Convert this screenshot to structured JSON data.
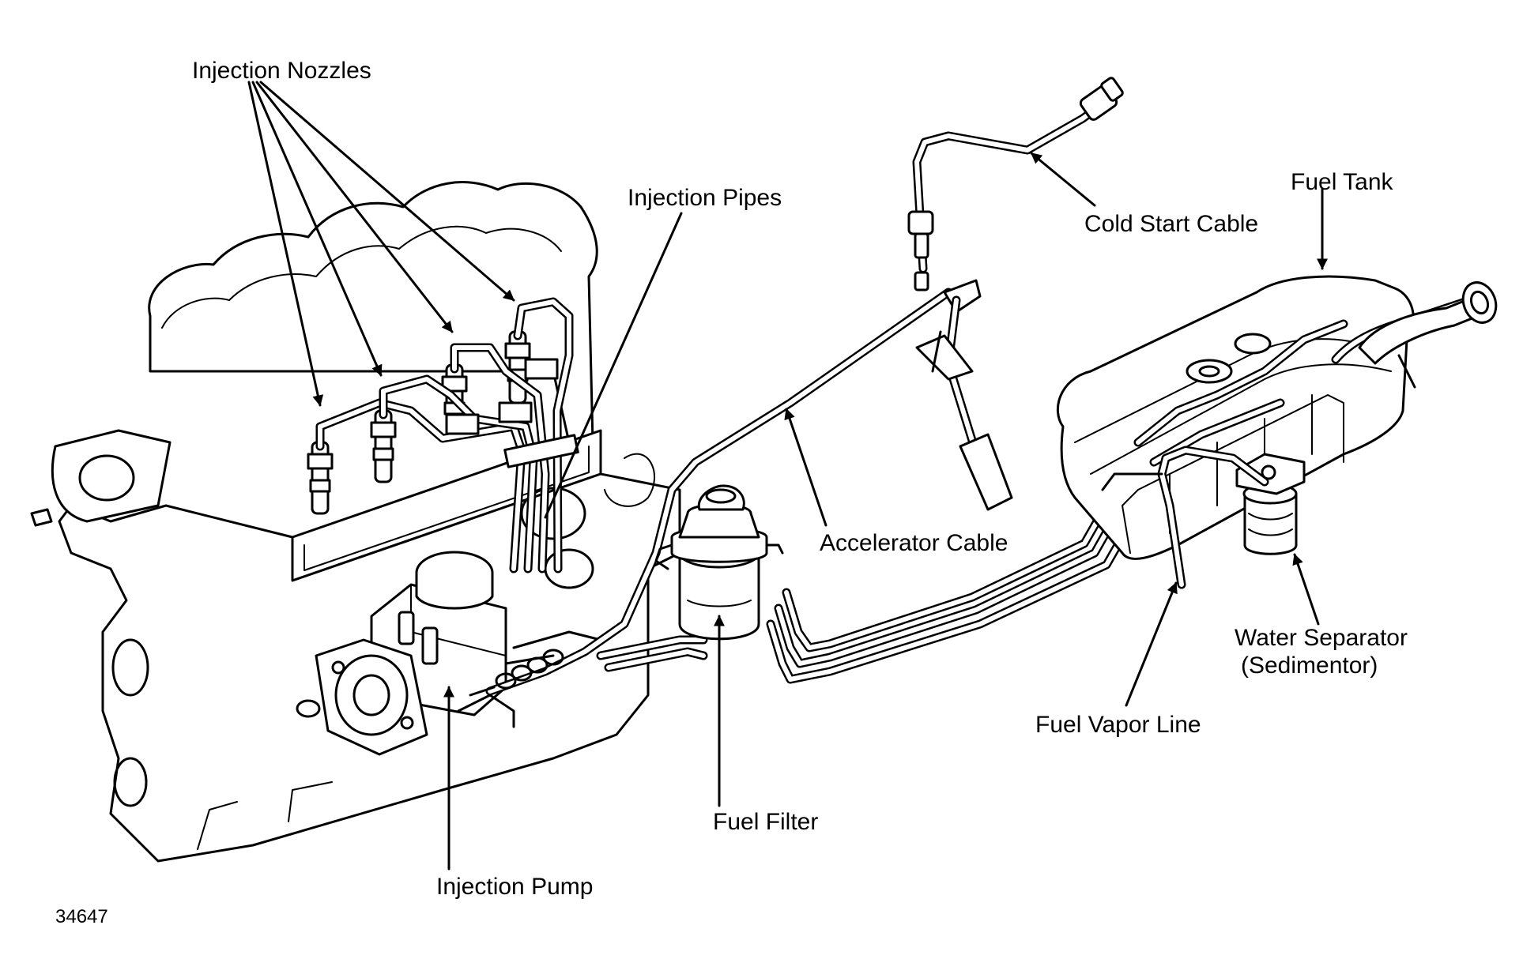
{
  "labels": {
    "injection_nozzles": "Injection Nozzles",
    "injection_pipes": "Injection Pipes",
    "cold_start_cable": "Cold Start Cable",
    "fuel_tank": "Fuel Tank",
    "accelerator_cable": "Accelerator Cable",
    "water_separator_line1": "Water Separator",
    "water_separator_line2": "(Sedimentor)",
    "fuel_vapor_line": "Fuel Vapor Line",
    "fuel_filter": "Fuel Filter",
    "injection_pump": "Injection Pump"
  },
  "figure_number": "34647",
  "colors": {
    "ink": "#000000",
    "paper": "#ffffff"
  }
}
